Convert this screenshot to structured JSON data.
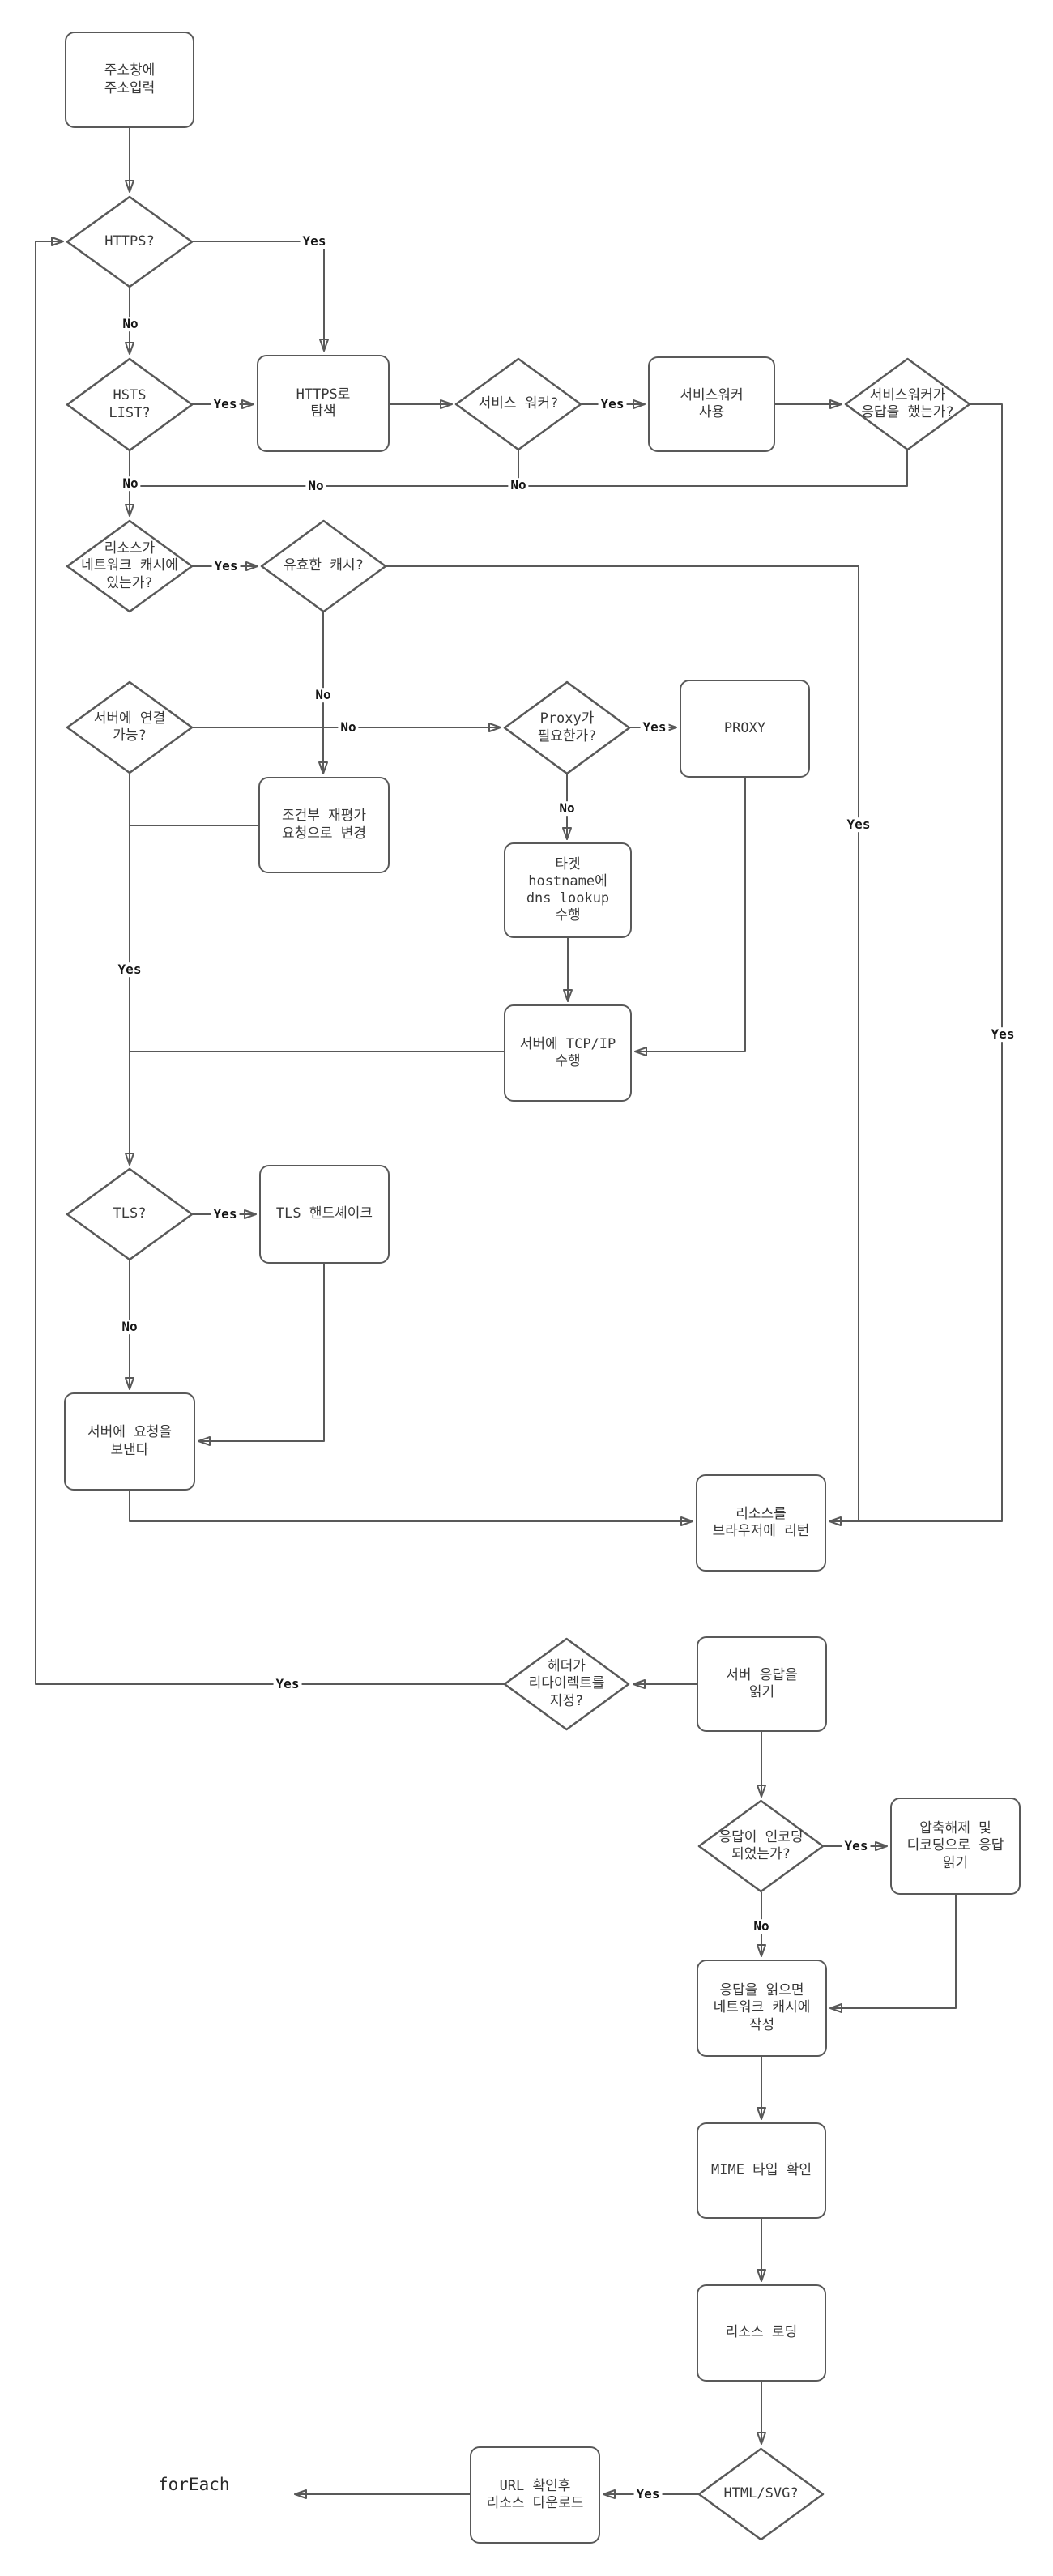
{
  "diagram": {
    "type": "flowchart",
    "language": "Korean",
    "colors": {
      "stroke": "#595959",
      "node_fill": "#ffffff",
      "text": "#383838",
      "edge_label_text": "#161616",
      "background": "#ffffff"
    },
    "labels": {
      "yes": "Yes",
      "no": "No",
      "foreach": "forEach"
    },
    "nodes": {
      "start": {
        "type": "process",
        "label": "주소창에\n주소입력"
      },
      "https": {
        "type": "decision",
        "label": "HTTPS?"
      },
      "hsts": {
        "type": "decision",
        "label": "HSTS\nLIST?"
      },
      "https_explore": {
        "type": "process",
        "label": "HTTPS로\n탐색"
      },
      "service_worker": {
        "type": "decision",
        "label": "서비스 워커?"
      },
      "sw_use": {
        "type": "process",
        "label": "서비스워커\n사용"
      },
      "sw_responded": {
        "type": "decision",
        "label": "서비스워커가\n응답을 했는가?"
      },
      "in_cache": {
        "type": "decision",
        "label": "리소스가\n네트워크 캐시에\n있는가?"
      },
      "valid_cache": {
        "type": "decision",
        "label": "유효한 캐시?"
      },
      "can_connect": {
        "type": "decision",
        "label": "서버에 연결\n가능?"
      },
      "conditional": {
        "type": "process",
        "label": "조건부 재평가\n요청으로 변경"
      },
      "proxy_needed": {
        "type": "decision",
        "label": "Proxy가\n필요한가?"
      },
      "proxy": {
        "type": "process",
        "label": "PROXY"
      },
      "dns_lookup": {
        "type": "process",
        "label": "타겟\nhostname에\ndns lookup\n수행"
      },
      "tcp_ip": {
        "type": "process",
        "label": "서버에 TCP/IP\n수행"
      },
      "tls": {
        "type": "decision",
        "label": "TLS?"
      },
      "tls_handshake": {
        "type": "process",
        "label": "TLS 핸드셰이크"
      },
      "send_request": {
        "type": "process",
        "label": "서버에 요청을\n보낸다"
      },
      "return_browser": {
        "type": "process",
        "label": "리소스를\n브라우저에 리턴"
      },
      "read_response": {
        "type": "process",
        "label": "서버 응답을\n읽기"
      },
      "redirect": {
        "type": "decision",
        "label": "헤더가\n리다이렉트를\n지정?"
      },
      "encoded": {
        "type": "decision",
        "label": "응답이 인코딩\n되었는가?"
      },
      "decode": {
        "type": "process",
        "label": "압축해제 및\n디코딩으로 응답\n읽기"
      },
      "write_cache": {
        "type": "process",
        "label": "응답을 읽으면\n네트워크 캐시에\n작성"
      },
      "mime_check": {
        "type": "process",
        "label": "MIME 타입 확인"
      },
      "load_resource": {
        "type": "process",
        "label": "리소스 로딩"
      },
      "html_svg": {
        "type": "decision",
        "label": "HTML/SVG?"
      },
      "url_download": {
        "type": "process",
        "label": "URL 확인후\n리소스 다운로드"
      }
    }
  }
}
